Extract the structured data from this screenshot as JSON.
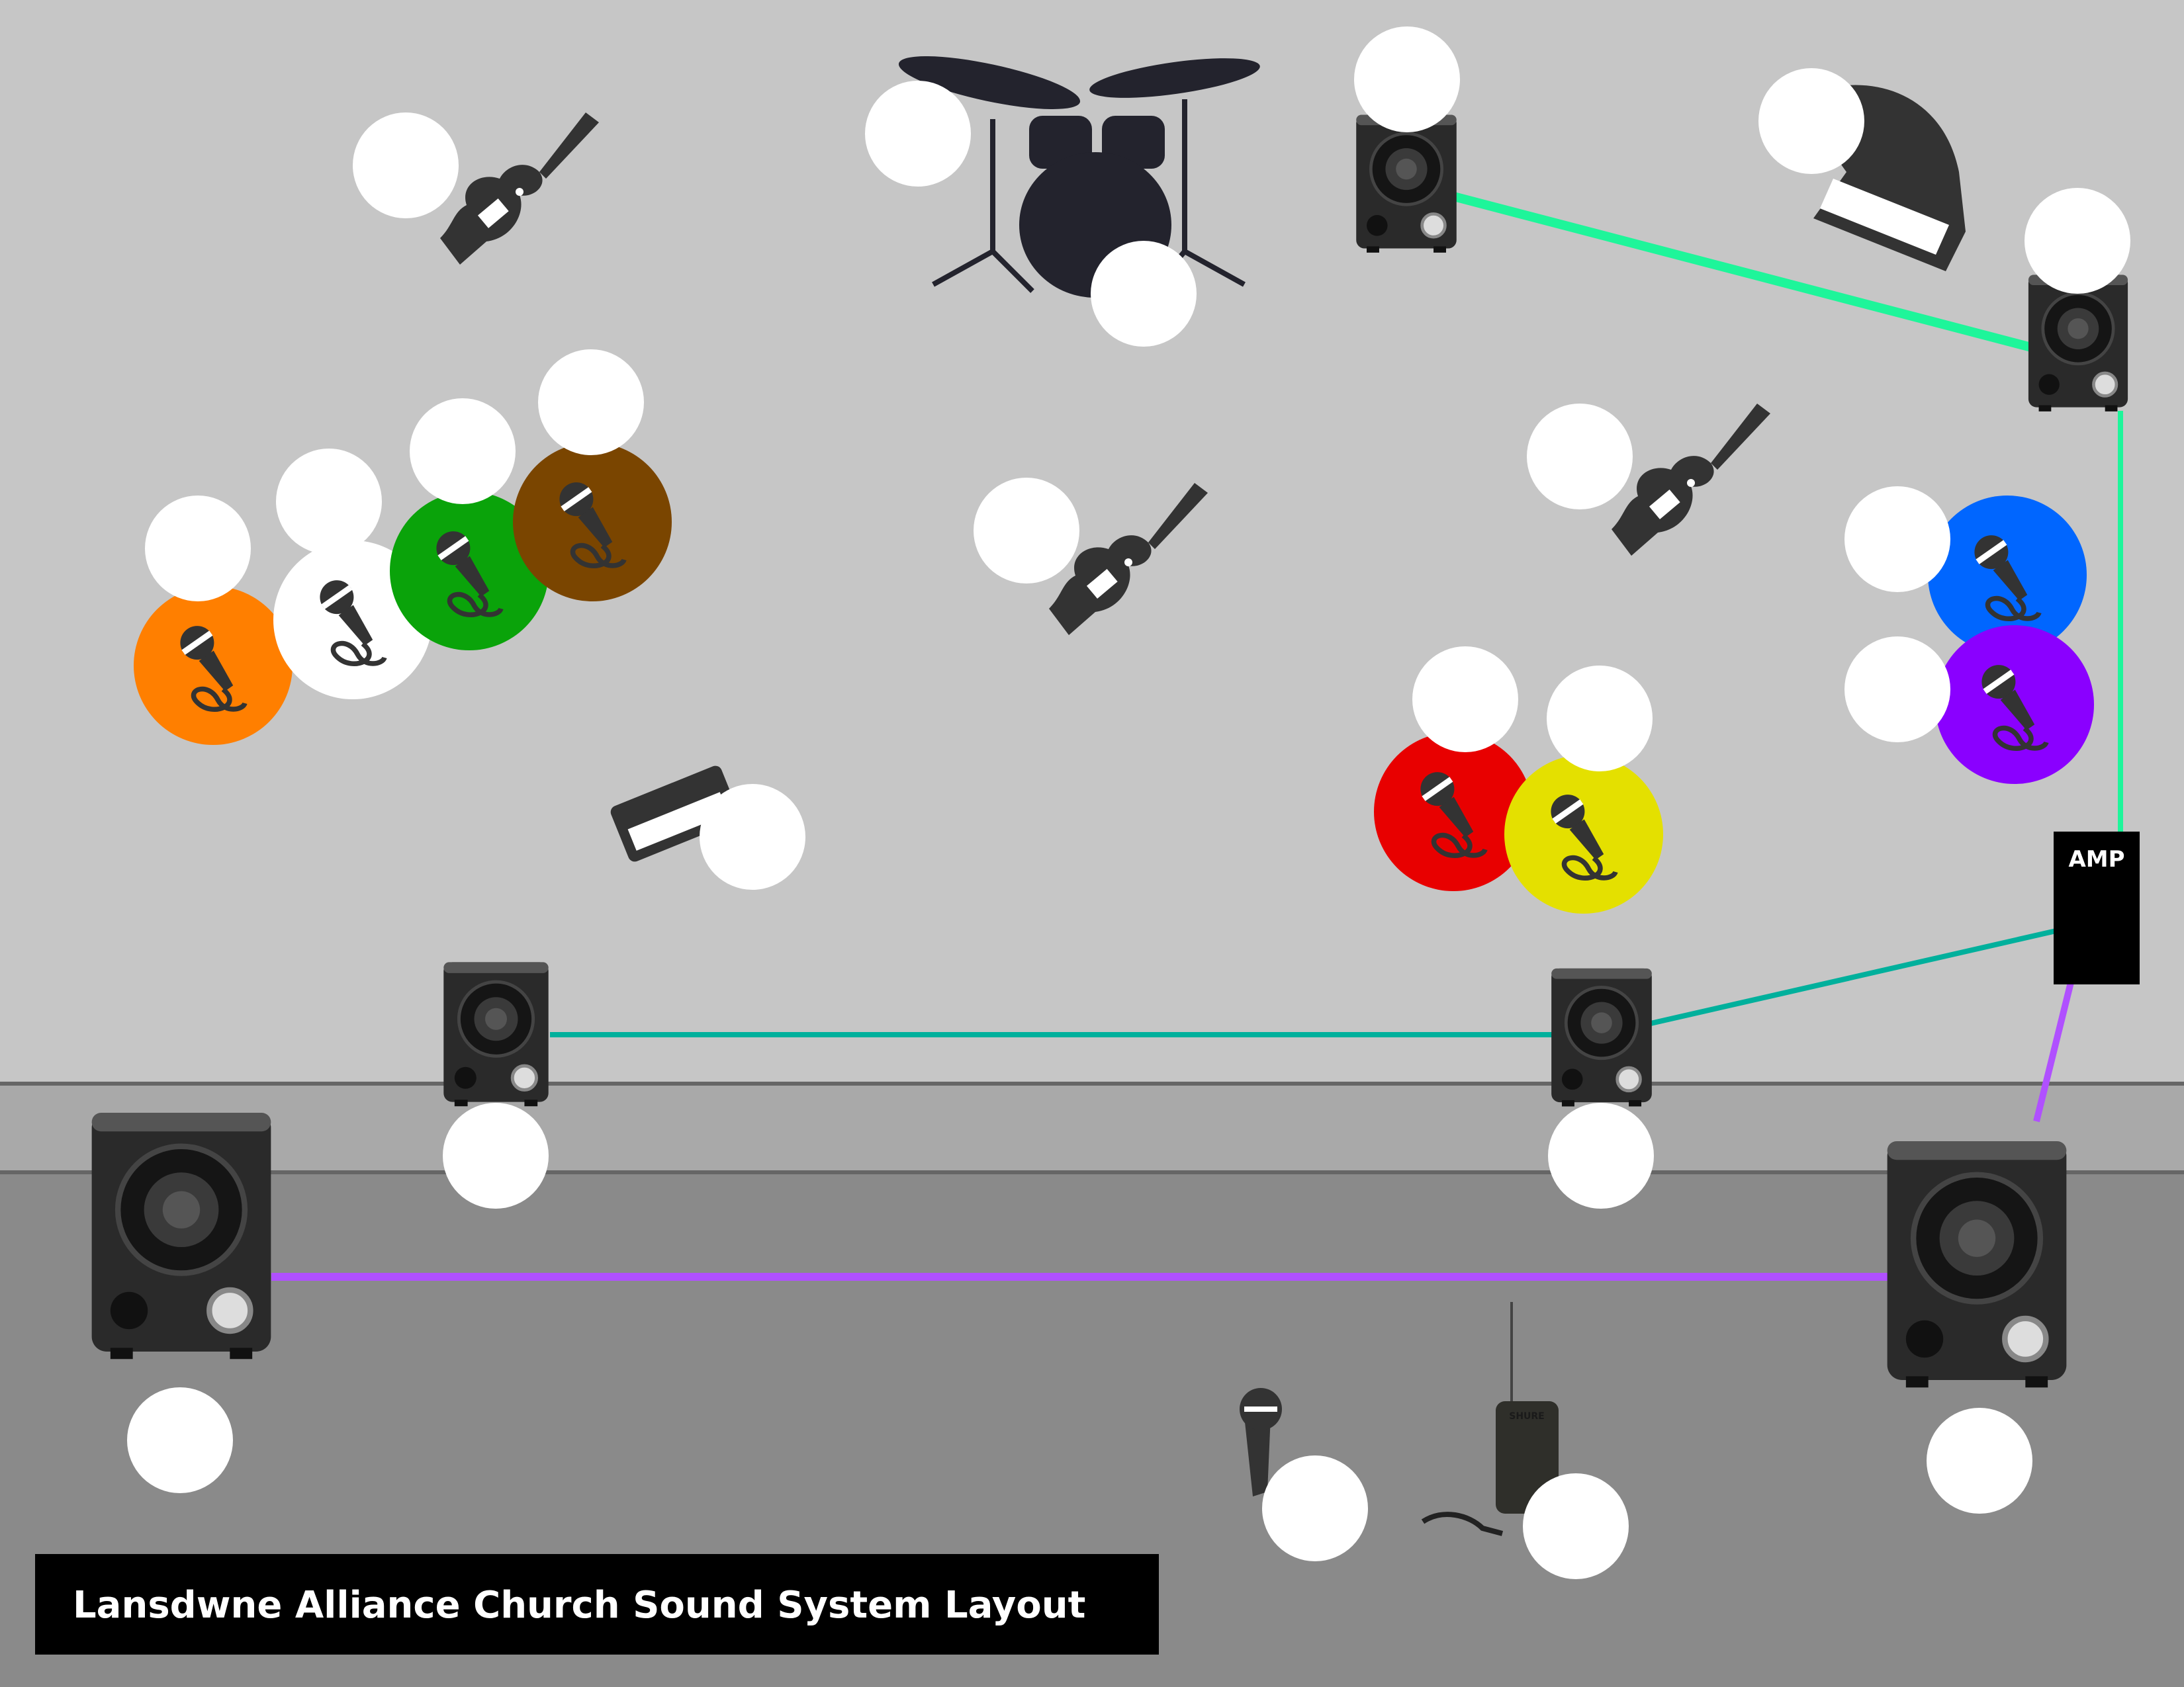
{
  "title": "Lansdwne Alliance Church Sound System Layout",
  "amp": {
    "label": "AMP"
  },
  "bodypack_brand": "SHURE",
  "colors": {
    "stage": "#c6c6c6",
    "apron": "#a9a9a9",
    "floor": "#8a8a8a",
    "cable_monitor_right": "#1ef59a",
    "cable_monitor_front": "#00b09c",
    "cable_mains": "#b050ff",
    "mic_orange": "#ff7f00",
    "mic_white": "#ffffff",
    "mic_green": "#0aa30a",
    "mic_brown": "#7a4500",
    "mic_blue": "#0066ff",
    "mic_purple": "#8a00ff",
    "mic_red": "#e80000",
    "mic_yellow": "#e4e000"
  }
}
